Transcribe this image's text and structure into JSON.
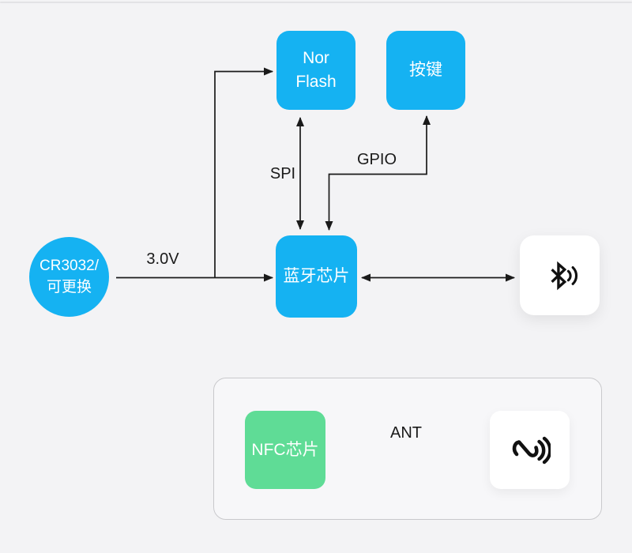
{
  "diagram": {
    "background_color": "#f3f3f5",
    "accent_blue": "#15b2f2",
    "accent_green": "#5fdc96",
    "line_color": "#1a1a1a",
    "nodes": {
      "battery": {
        "label": "CR3032/\n可更换",
        "shape": "circle",
        "color": "#15b2f2"
      },
      "nor_flash": {
        "label": "Nor\nFlash",
        "shape": "rounded-square",
        "color": "#15b2f2"
      },
      "key_button": {
        "label": "按键",
        "shape": "rounded-square",
        "color": "#15b2f2"
      },
      "bluetooth_chip": {
        "label": "蓝牙芯片",
        "shape": "rounded-square",
        "color": "#15b2f2"
      },
      "bluetooth_antenna": {
        "icon": "bluetooth-signal-icon",
        "shape": "white-card"
      },
      "nfc_chip": {
        "label": "NFC芯片",
        "shape": "rounded-square",
        "color": "#5fdc96"
      },
      "nfc_antenna": {
        "icon": "nfc-contactless-icon",
        "shape": "white-card"
      }
    },
    "edge_labels": {
      "power": "3.0V",
      "spi": "SPI",
      "gpio": "GPIO",
      "ant": "ANT"
    }
  }
}
